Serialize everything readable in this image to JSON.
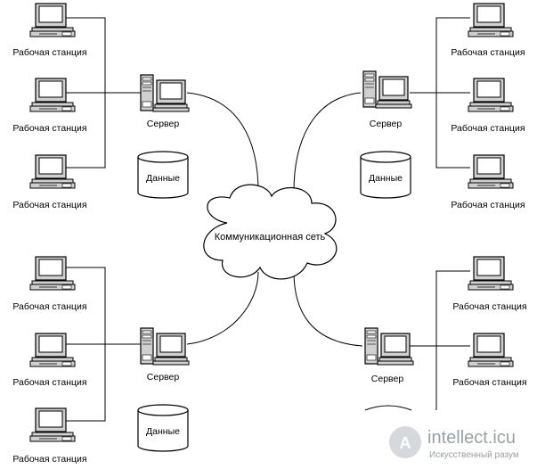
{
  "labels": {
    "workstation": "Рабочая станция",
    "server": "Сервер",
    "data": "Данные",
    "network": "Коммуникационная сеть"
  },
  "watermark": {
    "logo_letter": "A",
    "site": "intellect.icu",
    "tagline": "Искусственный разум"
  },
  "colors": {
    "line": "#000000",
    "monitor_frame": "#c0c0c0",
    "monitor_screen": "#ffffff",
    "watermark": "#9aa0a6"
  }
}
